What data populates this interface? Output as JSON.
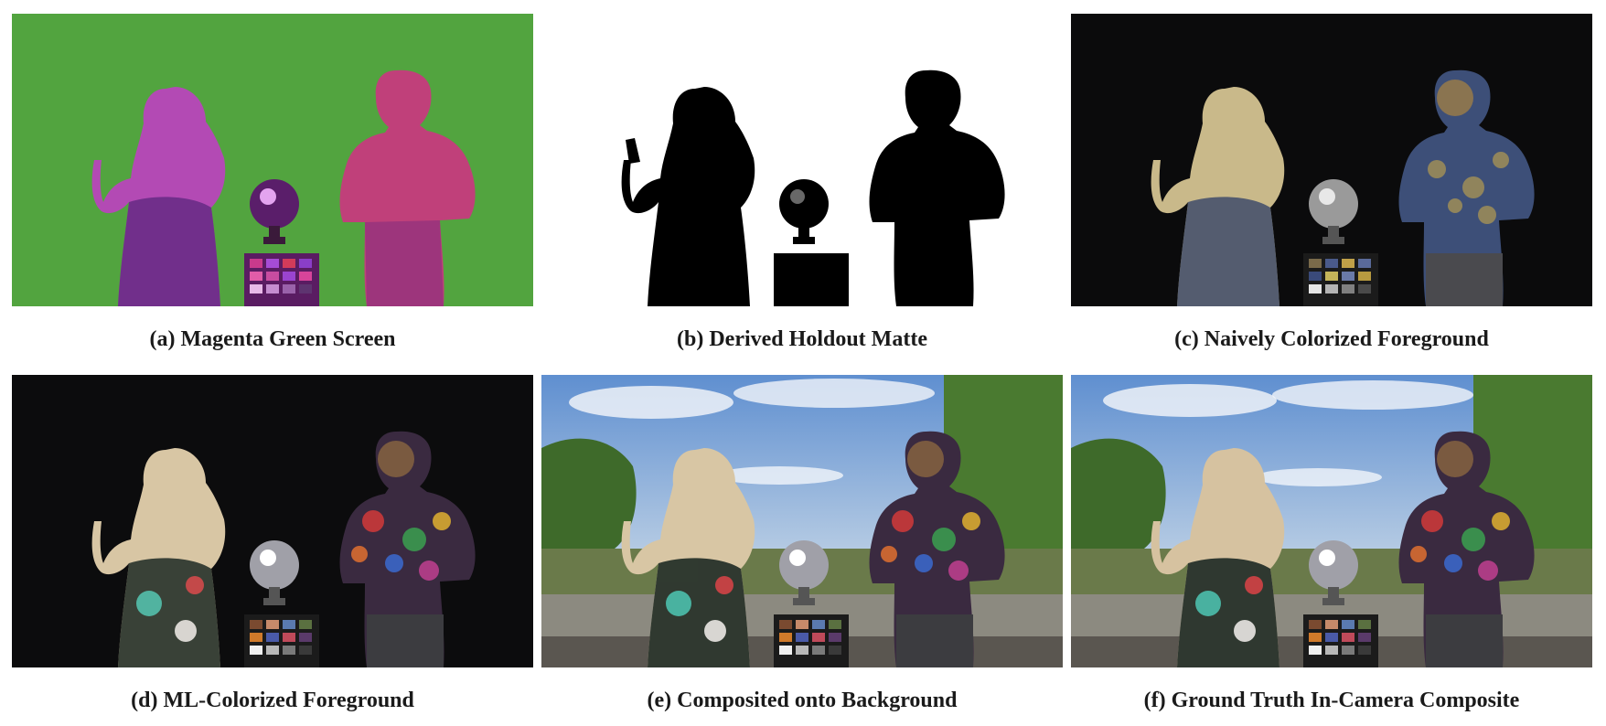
{
  "figure": {
    "panels": [
      {
        "id": "a",
        "caption": "(a) Magenta Green Screen"
      },
      {
        "id": "b",
        "caption": "(b) Derived Holdout Matte"
      },
      {
        "id": "c",
        "caption": "(c) Naively Colorized Foreground"
      },
      {
        "id": "d",
        "caption": "(d) ML-Colorized Foreground"
      },
      {
        "id": "e",
        "caption": "(e) Composited onto Background"
      },
      {
        "id": "f",
        "caption": "(f) Ground Truth In-Camera Composite"
      }
    ]
  }
}
